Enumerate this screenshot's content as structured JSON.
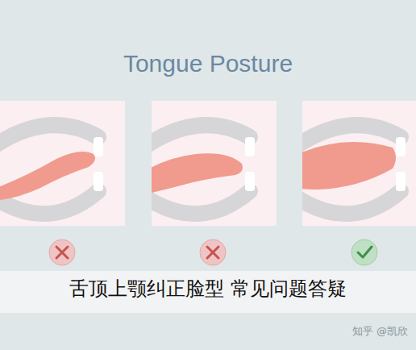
{
  "diagram": {
    "title": "Tongue Posture",
    "caption": "舌顶上颚纠正脸型 常见问题答疑",
    "labels": [
      "知乎 @凯欣"
    ]
  }
}
